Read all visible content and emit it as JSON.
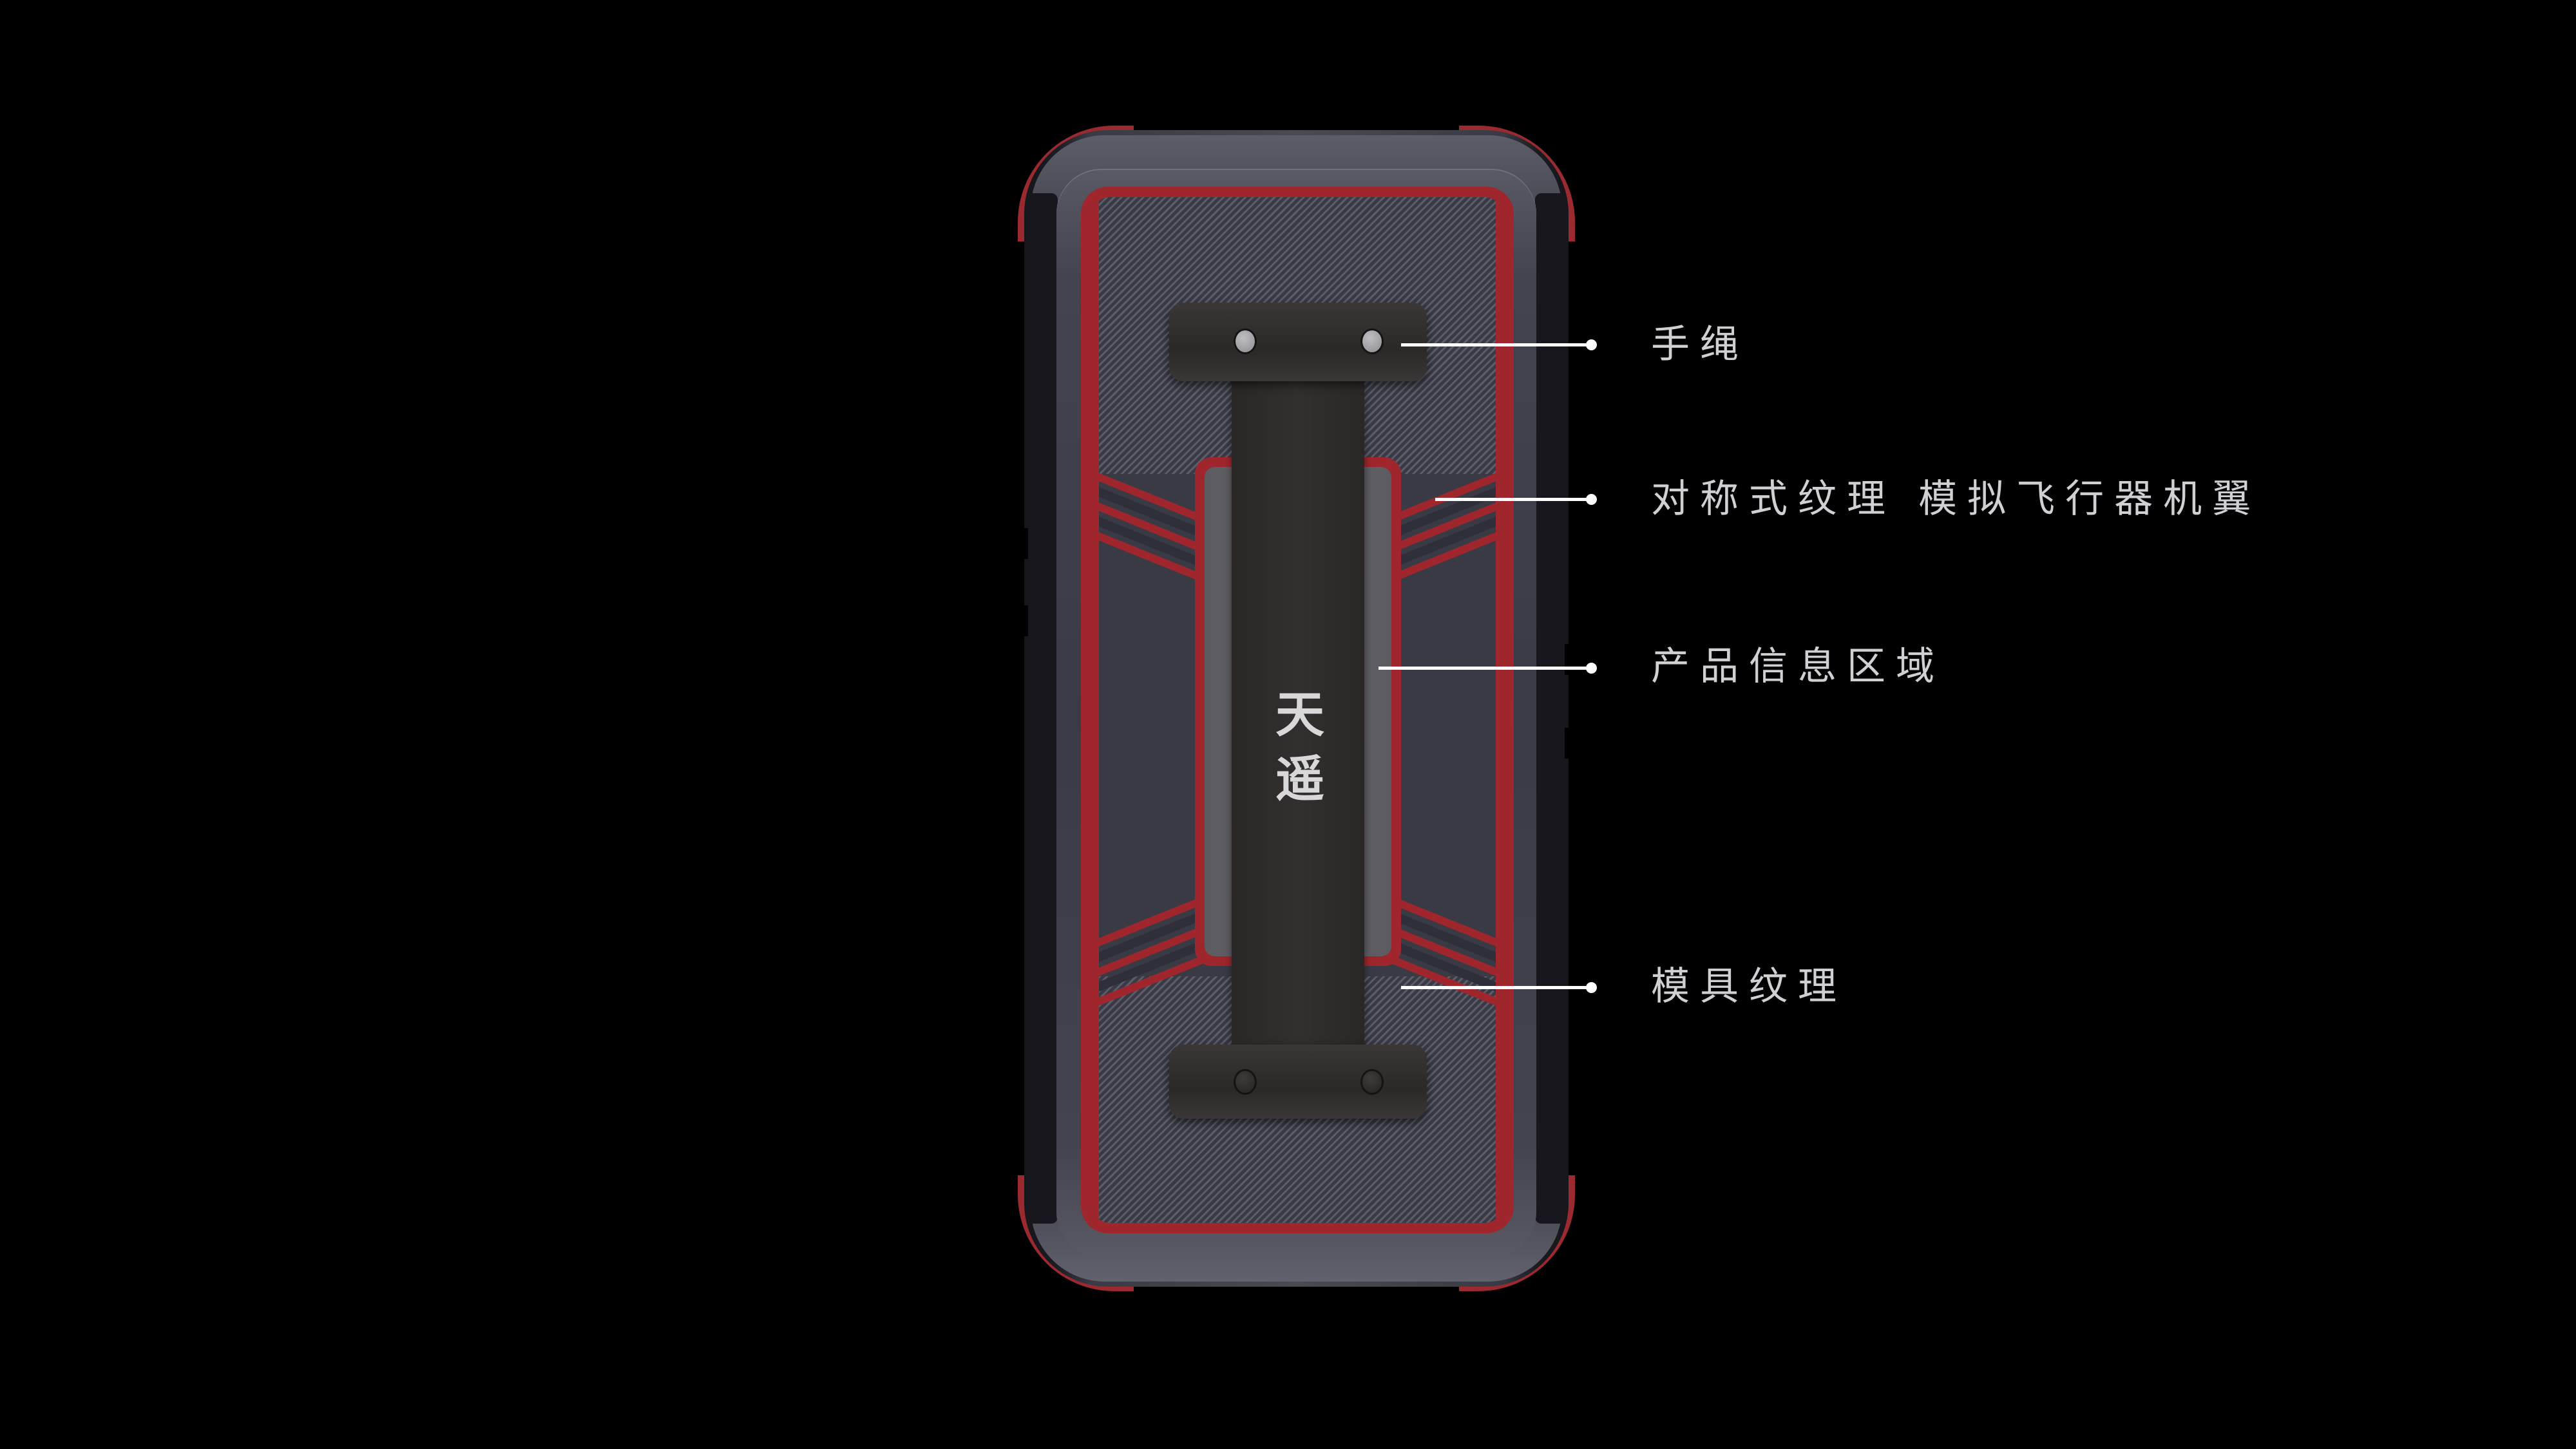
{
  "product": {
    "logo_text": "天遥",
    "colors": {
      "background": "#000000",
      "case_gray": "#3b3b46",
      "accent_red": "#a0262d",
      "strap": "#2b2827",
      "label_text": "#cfd0d4",
      "leader_line": "#ffffff"
    }
  },
  "callouts": [
    {
      "label": "手绳"
    },
    {
      "label": "对称式纹理 模拟飞行器机翼"
    },
    {
      "label": "产品信息区域"
    },
    {
      "label": "模具纹理"
    }
  ]
}
